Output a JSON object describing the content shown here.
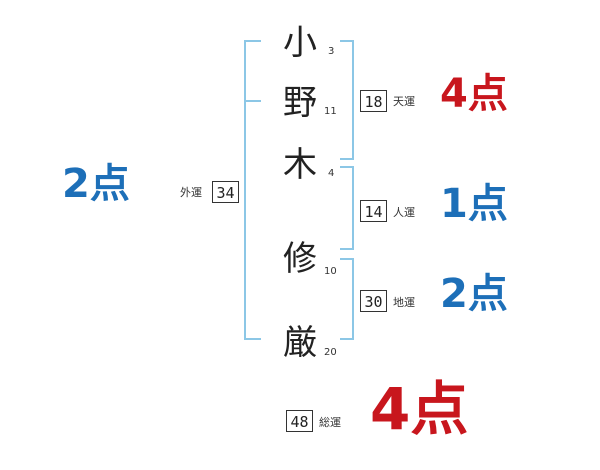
{
  "name_chars": [
    {
      "char": "小",
      "strokes": "3"
    },
    {
      "char": "野",
      "strokes": "11"
    },
    {
      "char": "木",
      "strokes": "4"
    },
    {
      "char": "修",
      "strokes": "10"
    },
    {
      "char": "厳",
      "strokes": "20"
    }
  ],
  "fortunes": {
    "gaiun": {
      "label": "外運",
      "value": "34",
      "score": "2点"
    },
    "tenun": {
      "label": "天運",
      "value": "18",
      "score": "4点"
    },
    "jinun": {
      "label": "人運",
      "value": "14",
      "score": "1点"
    },
    "chiun": {
      "label": "地運",
      "value": "30",
      "score": "2点"
    },
    "soun": {
      "label": "総運",
      "value": "48",
      "score": "4点"
    }
  },
  "colors": {
    "red": "#c8161d",
    "blue": "#1d6fb8",
    "bracket": "#8cc7e6"
  }
}
